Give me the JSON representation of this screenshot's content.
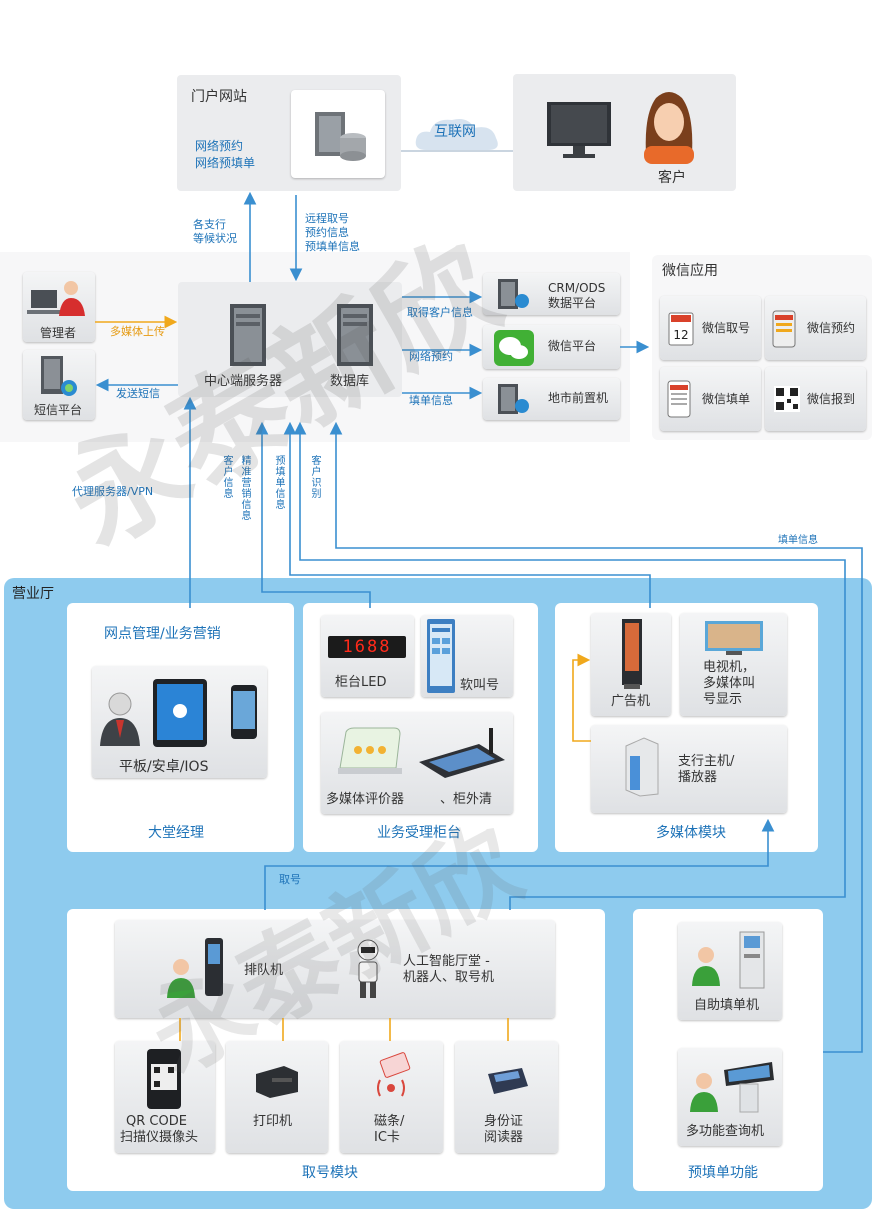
{
  "portal": {
    "title": "门户网站",
    "line1": "网络预约",
    "line2": "网络预填单"
  },
  "internet": "互联网",
  "customer": "客户",
  "flow_labels": {
    "branch_wait": [
      "各支行",
      "等候状况"
    ],
    "remote": [
      "远程取号",
      "预约信息",
      "预填单信息"
    ],
    "get_customer_info": "取得客户信息",
    "network_appointment": "网络预约",
    "fill_info": "填单信息",
    "multimedia_upload": "多媒体上传",
    "send_sms": "发送短信",
    "proxy_vpn": "代理服务器/VPN",
    "customer_info_v": "客户信息",
    "precise_marketing_v": "精准营销信息",
    "prefill_v": "预填单信息",
    "customer_id_v": "客户识别",
    "fill_info_right": "填单信息",
    "take_number": "取号"
  },
  "admin": "管理者",
  "sms_platform": "短信平台",
  "central_server": "中心端服务器",
  "database": "数据库",
  "crm": {
    "line1": "CRM/ODS",
    "line2": "数据平台"
  },
  "wechat_platform": "微信平台",
  "city_frontend": "地市前置机",
  "wechat_apps": {
    "title": "微信应用",
    "items": [
      "微信取号",
      "微信预约",
      "微信填单",
      "微信报到"
    ]
  },
  "hall": {
    "title": "营业厅",
    "lobby": {
      "header": "网点管理/业务营销",
      "devices": "平板/安卓/IOS",
      "footer": "大堂经理"
    },
    "counter": {
      "led": "柜台LED",
      "led_digits": "1688",
      "soft_call": "软叫号",
      "evaluator": "多媒体评价器",
      "outside": "、柜外清",
      "footer": "业务受理柜台"
    },
    "multimedia": {
      "ad": "广告机",
      "tv": [
        "电视机，",
        "多媒体叫",
        "号显示"
      ],
      "host": [
        "支行主机/",
        "播放器"
      ],
      "footer": "多媒体模块"
    },
    "ticket": {
      "queue": "排队机",
      "ai": [
        "人工智能厅堂 -",
        "机器人、取号机"
      ],
      "qr": [
        "QR CODE",
        "扫描仪摄像头"
      ],
      "printer": "打印机",
      "card": [
        "磁条/",
        "IC卡"
      ],
      "id_reader": [
        "身份证",
        "阅读器"
      ],
      "footer": "取号模块"
    },
    "prefill": {
      "self_fill": "自助填单机",
      "query": "多功能查询机",
      "footer": "预填单功能"
    }
  },
  "watermark": "永泰新欣",
  "colors": {
    "accent_blue": "#1e73b8",
    "hall_bg": "#8ecbee",
    "arrow_orange": "#f0a81c",
    "line_blue": "#3a8fd0"
  }
}
